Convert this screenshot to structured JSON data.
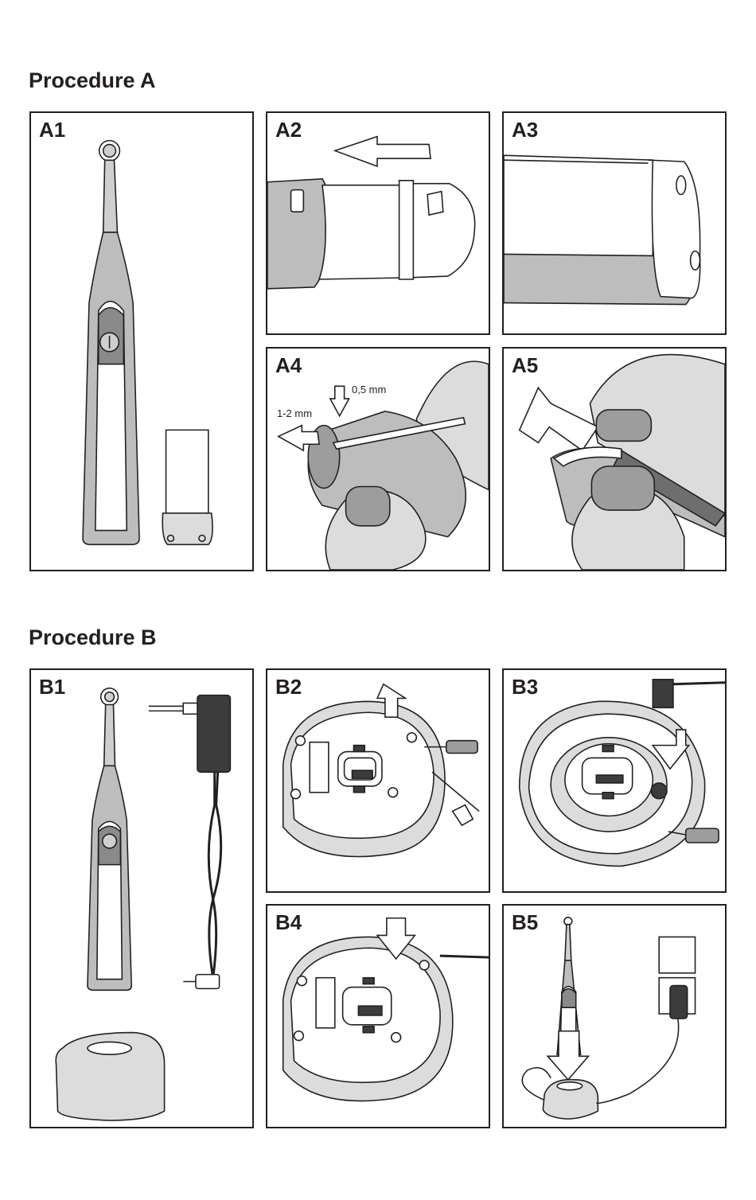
{
  "procedures": [
    {
      "heading": "Procedure A",
      "panels": [
        {
          "label": "A1"
        },
        {
          "label": "A2"
        },
        {
          "label": "A3"
        },
        {
          "label": "A4",
          "annotations": [
            "0,5 mm",
            "1-2 mm"
          ]
        },
        {
          "label": "A5"
        }
      ]
    },
    {
      "heading": "Procedure B",
      "panels": [
        {
          "label": "B1"
        },
        {
          "label": "B2"
        },
        {
          "label": "B3"
        },
        {
          "label": "B4"
        },
        {
          "label": "B5"
        }
      ]
    }
  ],
  "colors": {
    "line": "#231f20",
    "gray": "#9d9d9d",
    "light": "#dcdcdc",
    "dark": "#3c3c3c"
  }
}
